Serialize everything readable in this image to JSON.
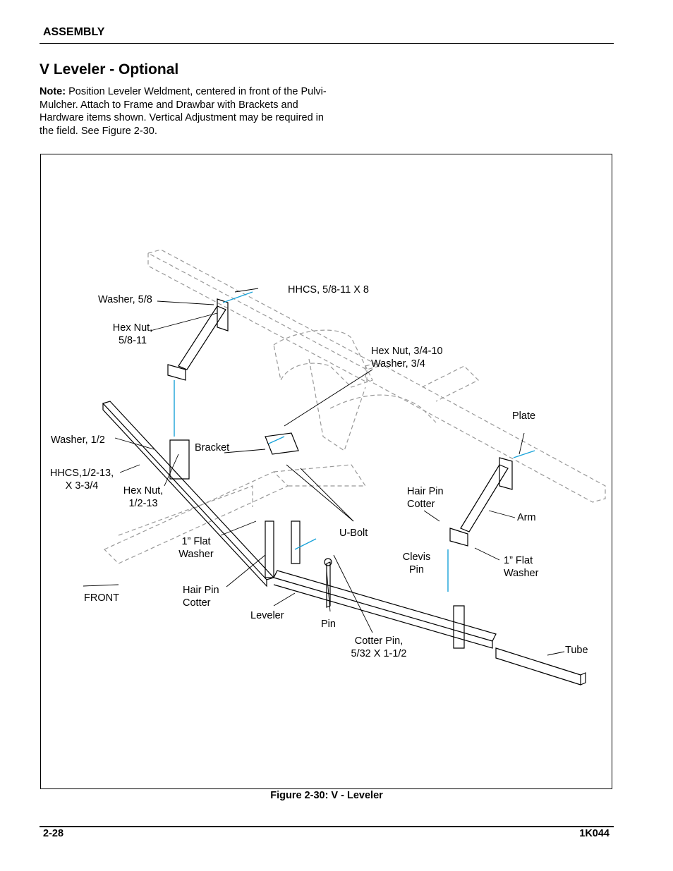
{
  "header": {
    "section": "ASSEMBLY"
  },
  "title": "V Leveler - Optional",
  "note": {
    "prefix": "Note:",
    "text": " Position Leveler Weldment, centered in front of the Pulvi-Mulcher. Attach to Frame and Drawbar with Brackets and Hardware items shown. Vertical Adjustment may be required in the field. See Figure 2-30."
  },
  "figure": {
    "labels": {
      "washer_58": "Washer, 5/8",
      "hhcs_58": "HHCS, 5/8-11 X 8",
      "hex_nut_58_l1": "Hex Nut,",
      "hex_nut_58_l2": "5/8-11",
      "hex_nut_34_l1": "Hex Nut, 3/4-10",
      "hex_nut_34_l2": "Washer, 3/4",
      "plate": "Plate",
      "washer_12": "Washer, 1/2",
      "bracket": "Bracket",
      "hhcs_12_l1": "HHCS,1/2-13,",
      "hhcs_12_l2": "X 3-3/4",
      "hex_nut_12_l1": "Hex Nut,",
      "hex_nut_12_l2": "1/2-13",
      "hair_pin_r_l1": "Hair Pin",
      "hair_pin_r_l2": "Cotter",
      "arm": "Arm",
      "u_bolt": "U-Bolt",
      "flat_washer_l_l1": "1” Flat",
      "flat_washer_l_l2": "Washer",
      "clevis_l1": "Clevis",
      "clevis_l2": "Pin",
      "flat_washer_r_l1": "1” Flat",
      "flat_washer_r_l2": "Washer",
      "front": "FRONT",
      "hair_pin_l_l1": "Hair Pin",
      "hair_pin_l_l2": "Cotter",
      "leveler": "Leveler",
      "pin": "Pin",
      "cotter_pin_l1": "Cotter Pin,",
      "cotter_pin_l2": "5/32 X 1-1/2",
      "tube": "Tube"
    },
    "caption": "Figure 2-30:  V - Leveler"
  },
  "footer": {
    "page": "2-28",
    "doc_id": "1K044"
  },
  "colors": {
    "accent_line": "#1aa3d9",
    "phantom": "#999999",
    "ink": "#000000"
  }
}
